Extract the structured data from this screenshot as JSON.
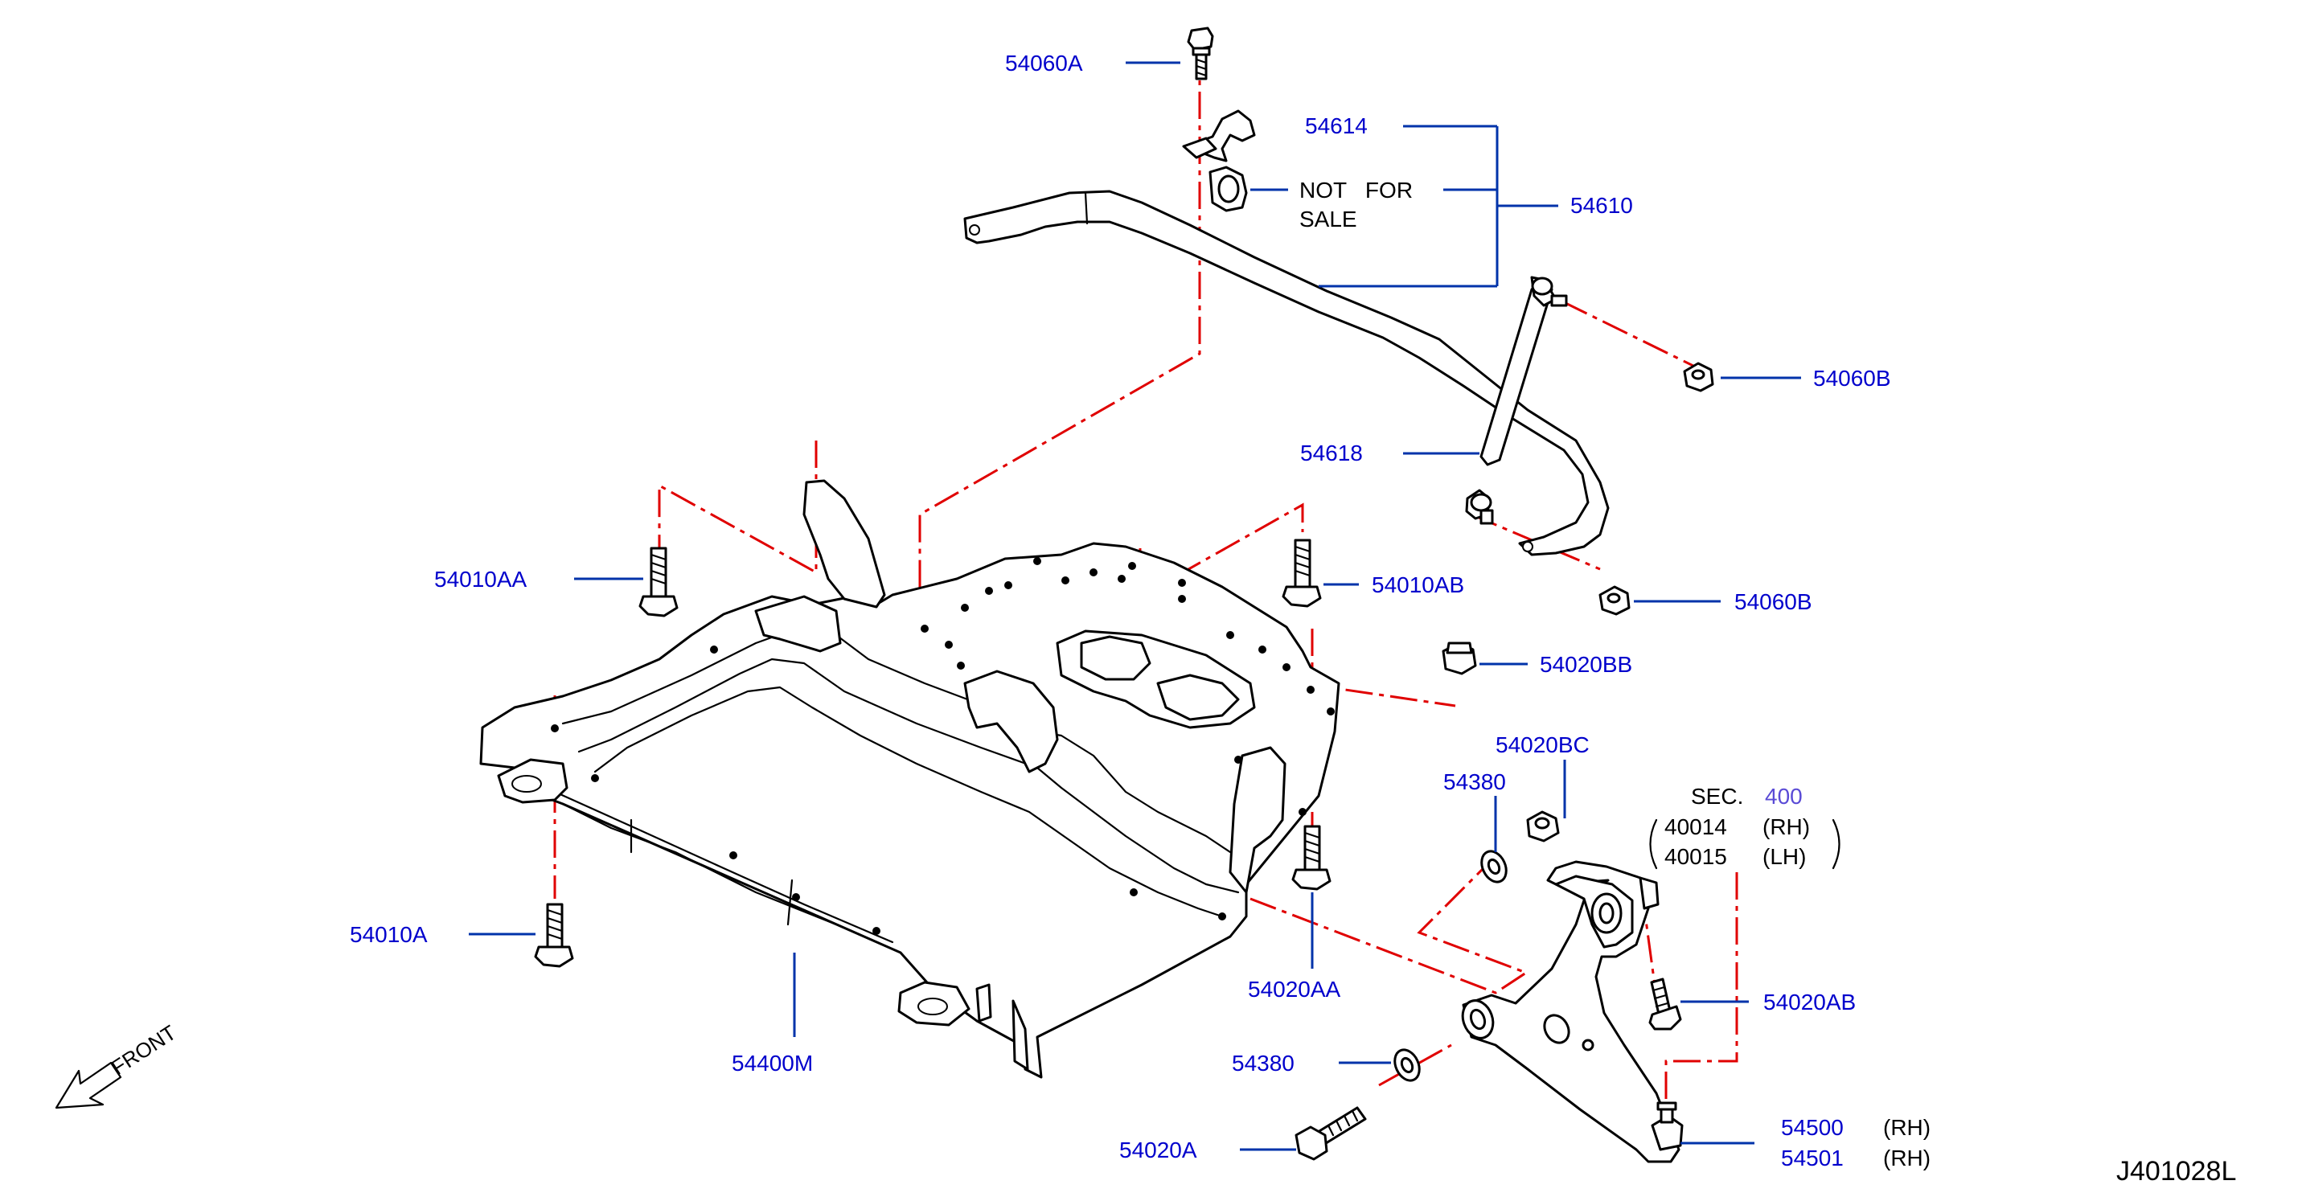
{
  "diagram": {
    "drawing_id": "J401028L",
    "front_label": "FRONT",
    "note": {
      "line1": "NOT   FOR",
      "line2": "SALE"
    },
    "section_ref": {
      "prefix": "SEC.",
      "number": "400",
      "items": [
        {
          "part": "40014",
          "side": "(RH)"
        },
        {
          "part": "40015",
          "side": "(LH)"
        }
      ]
    },
    "parts": {
      "p54060A": "54060A",
      "p54614": "54614",
      "p54610": "54610",
      "p54060B_upper": "54060B",
      "p54060B_lower": "54060B",
      "p54618": "54618",
      "p54010AA": "54010AA",
      "p54010AB": "54010AB",
      "p54020BB": "54020BB",
      "p54020BC": "54020BC",
      "p54380_upper": "54380",
      "p54380_lower": "54380",
      "p54010A": "54010A",
      "p54020AA": "54020AA",
      "p54020AB": "54020AB",
      "p54400M": "54400M",
      "p54020A": "54020A",
      "p54500": "54500",
      "p54501": "54501",
      "side_54500": "(RH)",
      "side_54501": "(RH)"
    }
  }
}
